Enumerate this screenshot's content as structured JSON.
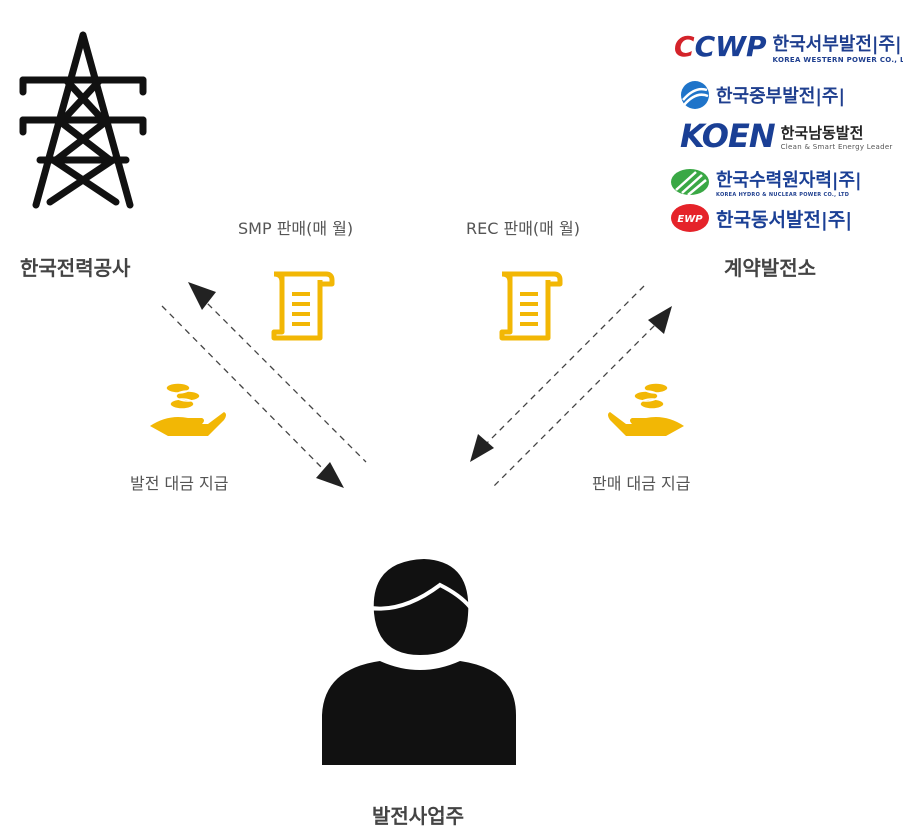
{
  "entities": {
    "left": "한국전력공사",
    "right": "계약발전소",
    "bottom": "발전사업주"
  },
  "flows": {
    "smp_sale": "SMP 판매(매 월)",
    "rec_sale": "REC 판매(매 월)",
    "gen_payment": "발전 대금 지급",
    "sale_payment": "판매 대금 지급"
  },
  "logos": [
    {
      "mark": "CWP",
      "name": "한국서부발전|주|",
      "sub": "KOREA WESTERN POWER CO., Ltd."
    },
    {
      "mark": "",
      "name": "한국중부발전|주|",
      "sub": ""
    },
    {
      "mark": "KOEN",
      "name": "한국남동발전",
      "sub": "Clean & Smart Energy Leader"
    },
    {
      "mark": "",
      "name": "한국수력원자력|주|",
      "sub": "KOREA HYDRO & NUCLEAR POWER CO., LTD"
    },
    {
      "mark": "EWP",
      "name": "한국동서발전|주|",
      "sub": ""
    }
  ],
  "colors": {
    "accent": "#f2b705",
    "dark": "#111111",
    "brand_blue": "#1a3f95",
    "label": "#555555"
  },
  "icons": {
    "pylon": "power-pylon-icon",
    "receipt": "receipt-icon",
    "coins": "coins-hand-icon",
    "user": "user-icon"
  }
}
